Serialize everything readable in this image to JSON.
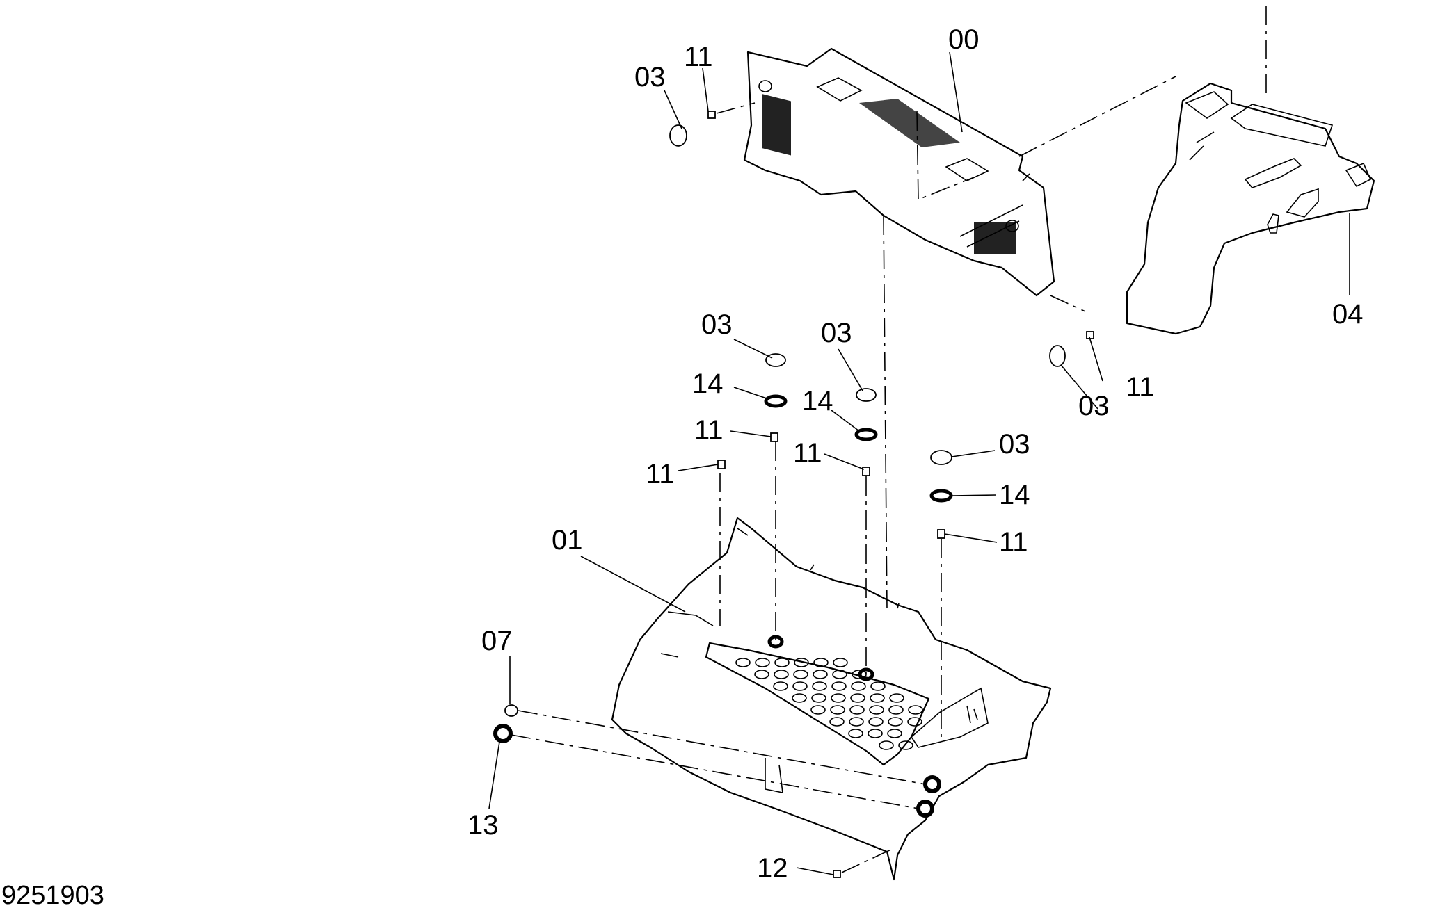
{
  "labels": {
    "p00": "00",
    "p01": "01",
    "p03a": "03",
    "p03b": "03",
    "p03c": "03",
    "p03d": "03",
    "p03e": "03",
    "p04": "04",
    "p07": "07",
    "p11a": "11",
    "p11b": "11",
    "p11c": "11",
    "p11d": "11",
    "p11e": "11",
    "p11f": "11",
    "p12": "12",
    "p13": "13",
    "p14a": "14",
    "p14b": "14",
    "p14c": "14"
  },
  "drawing_number": "9251903"
}
